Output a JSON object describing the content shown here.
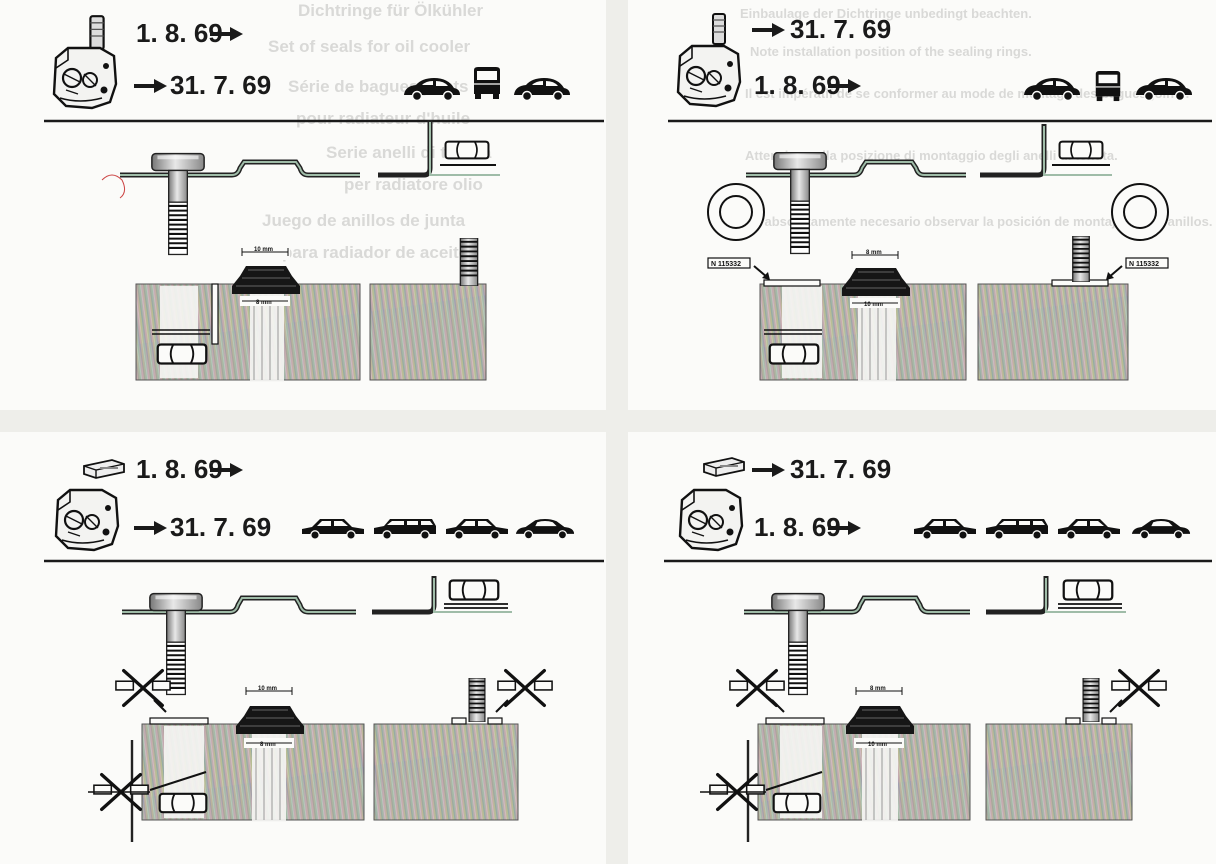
{
  "panels": [
    {
      "id": "top-left",
      "date_row1": "1. 8. 69",
      "date_row2": "31. 7. 69",
      "measure_upper": "10 mm",
      "measure_lower": "8 mm"
    },
    {
      "id": "top-right",
      "date_row1": "31. 7. 69",
      "date_row2": "1. 8. 69",
      "measure_upper": "8 mm",
      "measure_lower": "10 mm",
      "part_numbers": [
        "N 115332",
        "N 115332"
      ]
    },
    {
      "id": "bottom-left",
      "date_row1": "1. 8. 69",
      "date_row2": "31. 7. 69",
      "measure_upper": "10 mm",
      "measure_lower": "8 mm"
    },
    {
      "id": "bottom-right",
      "date_row1": "31. 7. 69",
      "date_row2": "1. 8. 69",
      "measure_upper": "8 mm",
      "measure_lower": "10 mm"
    }
  ],
  "bleed_through_text": [
    "Dichtringe für Ölkühler",
    "Set of seals for oil cooler",
    "Série de bagues joints",
    "pour radiateur d'huile",
    "Serie anelli di tenuta",
    "per radiatore olio",
    "Juego de anillos de junta",
    "para radiador de aceite",
    "Einbaulage der Dichtringe unbedingt beachten.",
    "Note installation position of the sealing rings.",
    "Il est impératif de se conformer au mode de montage des bagues-joints.",
    "Attenzione alla posizione di montaggio degli anelli di tenuta.",
    "Es absolutamente necesario observar la posición de montaje de los anillos."
  ],
  "colors": {
    "ink": "#1a1a1a",
    "paper": "#fbfbf9",
    "rainbow": [
      "#b79ab0",
      "#9fb4a8",
      "#c2c48a",
      "#a6b3c8",
      "#c9a8a0"
    ]
  }
}
